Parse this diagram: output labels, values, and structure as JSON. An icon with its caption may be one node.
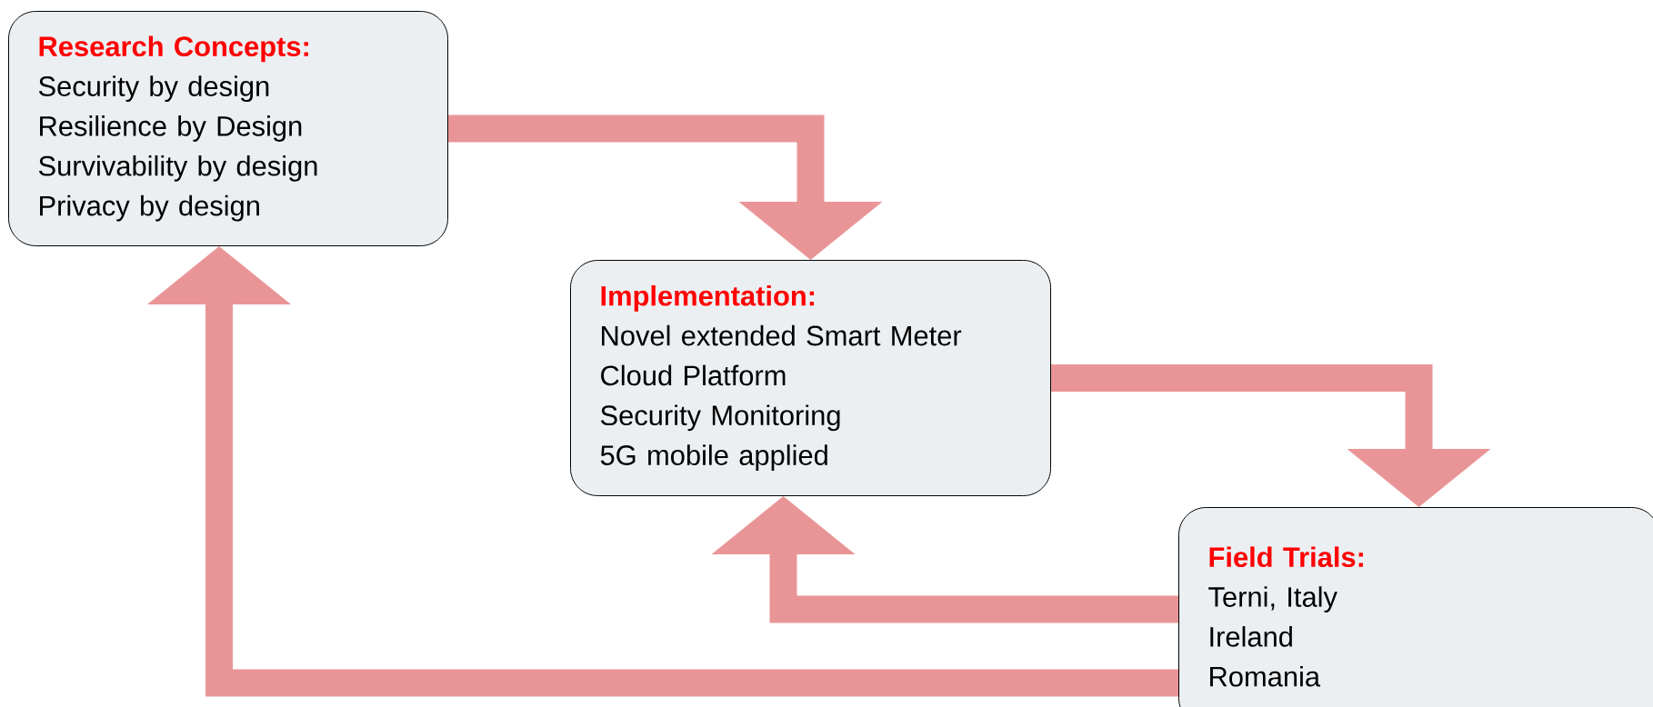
{
  "diagram": {
    "nodes": [
      {
        "text": [
          "Research Concepts:",
          "Security by design",
          "Resilience by Design",
          "Survivability by design",
          "Privacy by design"
        ]
      },
      {
        "text": [
          "Implementation:",
          "Novel extended Smart Meter",
          "Cloud Platform",
          "Security Monitoring",
          "5G mobile applied"
        ]
      },
      {
        "text": [
          "Field Trials:",
          "Terni, Italy",
          "Ireland",
          "Romania"
        ]
      }
    ],
    "edges": [
      {
        "from": 0,
        "to": 1,
        "arrow": "to"
      },
      {
        "from": 1,
        "to": 2,
        "arrow": "to"
      },
      {
        "from": 2,
        "to": 1,
        "arrow": "to"
      },
      {
        "from": 2,
        "to": 0,
        "arrow": "to"
      }
    ]
  }
}
